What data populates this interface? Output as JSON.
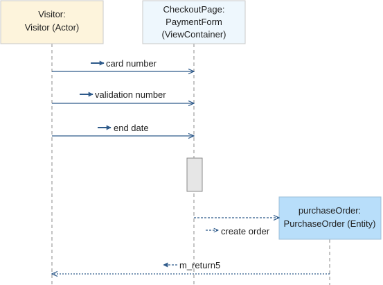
{
  "participants": [
    {
      "id": "visitor",
      "lines": [
        "Visitor:",
        "Visitor (Actor)"
      ],
      "fill": "#fdf4dc",
      "stroke": "#c8c8c8"
    },
    {
      "id": "checkout",
      "lines": [
        "CheckoutPage:",
        "PaymentForm",
        "(ViewContainer)"
      ],
      "fill": "#eef7fd",
      "stroke": "#c8c8c8"
    },
    {
      "id": "purchase",
      "lines": [
        "purchaseOrder:",
        "PurchaseOrder (Entity)"
      ],
      "fill": "#b8defa",
      "stroke": "#9dbfd8"
    }
  ],
  "messages": [
    {
      "id": "card-number",
      "label": "card number",
      "from": "visitor",
      "to": "checkout",
      "kind": "sync"
    },
    {
      "id": "validation-number",
      "label": "validation number",
      "from": "visitor",
      "to": "checkout",
      "kind": "sync"
    },
    {
      "id": "end-date",
      "label": "end date",
      "from": "visitor",
      "to": "checkout",
      "kind": "sync"
    },
    {
      "id": "create-order",
      "label": "create order",
      "from": "checkout",
      "to": "purchase",
      "kind": "create"
    },
    {
      "id": "m-return5",
      "label": "m_return5",
      "from": "purchase",
      "to": "visitor",
      "kind": "return"
    }
  ],
  "colors": {
    "arrow": "#2e5a8a",
    "lifeline": "#8a8a8a",
    "activation": "#e6e6e6"
  }
}
